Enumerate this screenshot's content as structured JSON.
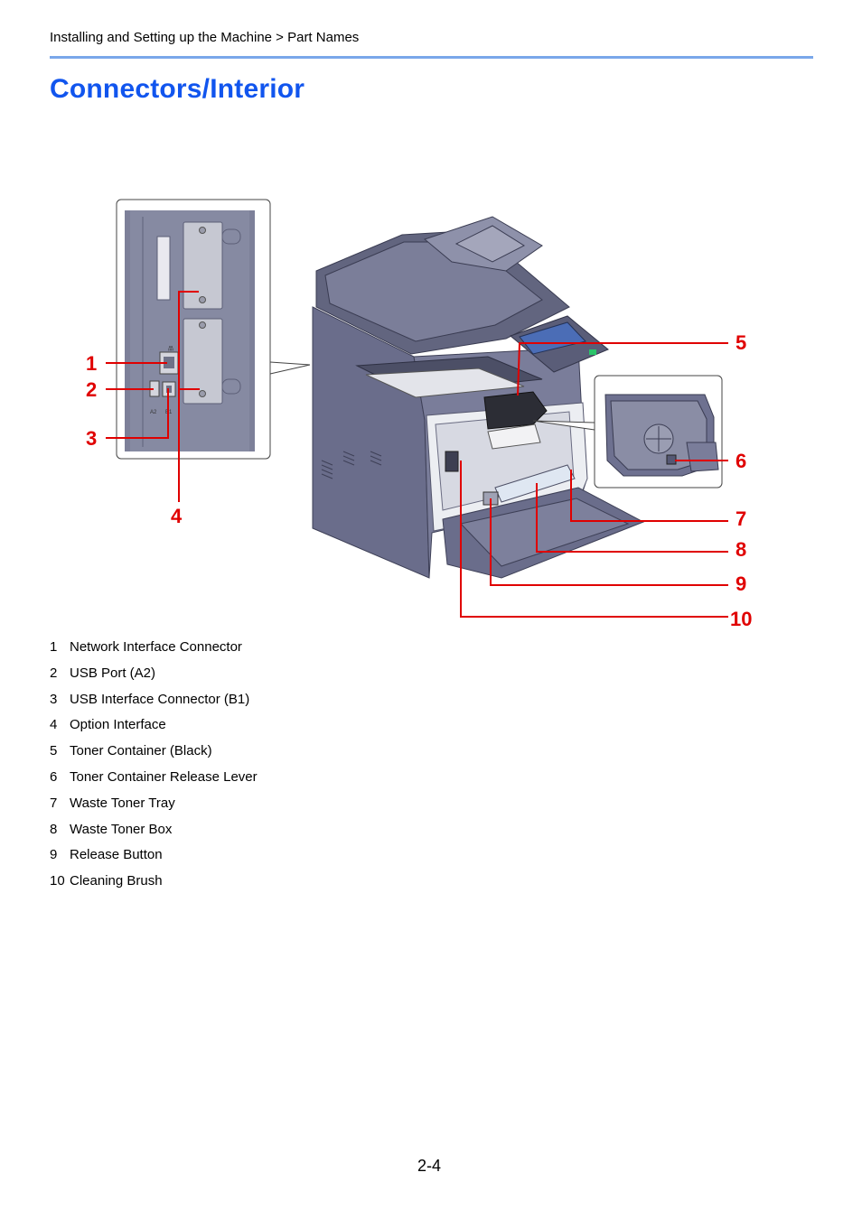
{
  "header": {
    "breadcrumb": "Installing and Setting up the Machine > Part Names"
  },
  "title": "Connectors/Interior",
  "callouts": [
    "1",
    "2",
    "3",
    "4",
    "5",
    "6",
    "7",
    "8",
    "9",
    "10"
  ],
  "legend": [
    {
      "num": "1",
      "label": "Network Interface Connector"
    },
    {
      "num": "2",
      "label": "USB Port (A2)"
    },
    {
      "num": "3",
      "label": "USB Interface Connector (B1)"
    },
    {
      "num": "4",
      "label": "Option Interface"
    },
    {
      "num": "5",
      "label": "Toner Container (Black)"
    },
    {
      "num": "6",
      "label": "Toner Container Release Lever"
    },
    {
      "num": "7",
      "label": "Waste Toner Tray"
    },
    {
      "num": "8",
      "label": "Waste Toner Box"
    },
    {
      "num": "9",
      "label": "Release Button"
    },
    {
      "num": "10",
      "label": "Cleaning Brush"
    }
  ],
  "page_number": "2-4",
  "colors": {
    "title": "#1155ee",
    "rule": "#7aa7ea",
    "callout": "#e00000",
    "machine": "#6e7190"
  },
  "icons": [
    "network-port-icon",
    "usb-port-icon"
  ]
}
